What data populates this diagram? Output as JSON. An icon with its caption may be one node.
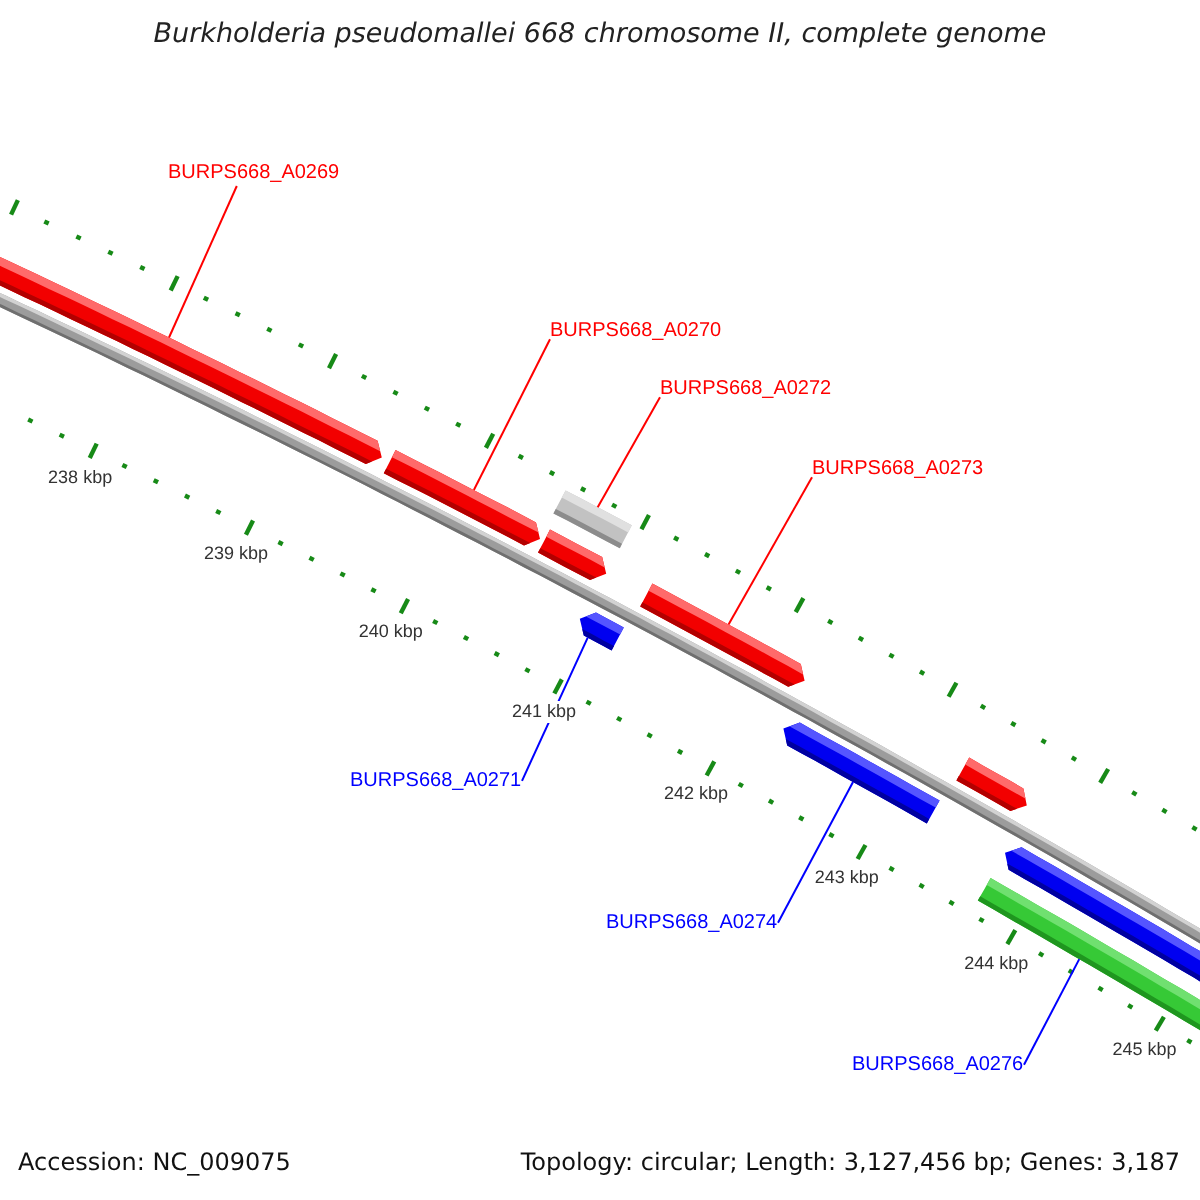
{
  "diagram": {
    "title": "Burkholderia pseudomallei 668 chromosome II, complete genome",
    "nodes": [
      {
        "text": [
          "BURPS668_A0269"
        ]
      },
      {
        "text": [],
        "shape": "bar"
      },
      {
        "text": [
          "BURPS668_A0270"
        ]
      },
      {
        "text": [],
        "shape": "bar"
      },
      {
        "text": [
          "BURPS668_A0272"
        ]
      },
      {
        "text": [],
        "shape": "bar"
      },
      {
        "text": [],
        "shape": "bar"
      },
      {
        "text": [
          "BURPS668_A0273"
        ]
      },
      {
        "text": [],
        "shape": "bar"
      },
      {
        "text": [],
        "shape": "bar"
      },
      {
        "text": [],
        "shape": "bar"
      },
      {
        "text": [
          "BURPS668_A0271"
        ]
      },
      {
        "text": [],
        "shape": "bar"
      },
      {
        "text": [
          "BURPS668_A0274"
        ]
      },
      {
        "text": [],
        "shape": "bar"
      },
      {
        "text": [],
        "shape": "bar"
      },
      {
        "text": [
          "BURPS668_A0276"
        ]
      }
    ],
    "edges": [
      {
        "from": 0,
        "to": 1,
        "arrow": "none"
      },
      {
        "from": 2,
        "to": 3,
        "arrow": "none"
      },
      {
        "from": 4,
        "to": 5,
        "arrow": "none"
      },
      {
        "from": 7,
        "to": 8,
        "arrow": "none"
      },
      {
        "from": 11,
        "to": 9,
        "arrow": "none",
        "color": "#0000ff"
      },
      {
        "from": 13,
        "to": 12,
        "arrow": "none",
        "color": "#0000ff"
      },
      {
        "from": 16,
        "to": 15,
        "arrow": "none",
        "color": "#0000ff"
      }
    ],
    "labels": [
      "238 kbp",
      "239 kbp",
      "240 kbp",
      "241 kbp",
      "242 kbp",
      "243 kbp",
      "244 kbp",
      "245 kbp",
      "Accession: NC_009075",
      "Topology: circular; Length: 3,127,456 bp; Genes: 3,187"
    ]
  }
}
